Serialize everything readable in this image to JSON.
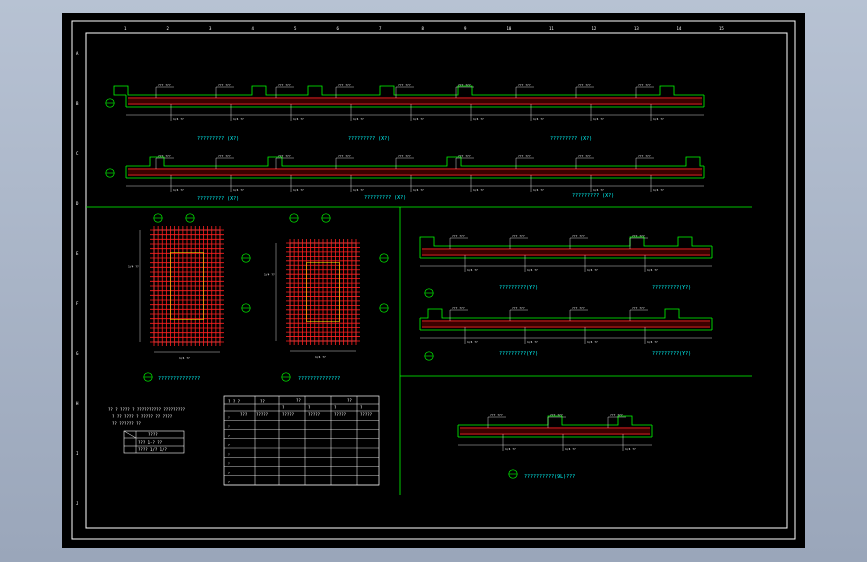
{
  "colors": {
    "frame": "#ffffff",
    "green": "#00ff00",
    "cyan": "#00ffff",
    "red": "#ff2020",
    "yellow": "#ffff00",
    "magenta": "#ff00ff",
    "background": "#000000"
  },
  "grid_top": [
    "1",
    "2",
    "3",
    "4",
    "5",
    "6",
    "7",
    "8",
    "9",
    "10",
    "11",
    "12",
    "13",
    "14",
    "15"
  ],
  "grid_left": [
    "A",
    "B",
    "C",
    "D",
    "E",
    "F",
    "G",
    "H",
    "I",
    "J"
  ],
  "beam_titles": {
    "b1_left": "?????????  (X?)",
    "b1_mid": "?????????  (X?)",
    "b1_right": "?????????  (X?)",
    "b2_left": "?????????  (X?)",
    "b2_mid": "?????????  (X?)",
    "b2_right": "?????????  (X?)",
    "r1_left": "?????????(Y?)",
    "r1_right": "?????????(Y?)",
    "r2_left": "?????????(Y?)",
    "r2_right": "?????????(Y?)",
    "small": "??????????(9L)???"
  },
  "grid_titles": {
    "left": "??????????????",
    "right": "??????????????"
  },
  "notes": {
    "line1": "?? ? ???? ? ?????????? ?????????",
    "line2": "? ?? ???? ? ????? ?? ????",
    "line3": "?? ?????? ??",
    "box_header": "????",
    "box_r1": "??? 1-? ??",
    "box_r2": "???? 1/? 1/?"
  },
  "table": {
    "headers": [
      "? ? ?",
      "??",
      "??",
      "",
      "??"
    ],
    "subheaders": [
      "?",
      "?",
      "?",
      "?",
      "?",
      "?"
    ],
    "row1": [
      "???",
      "?????",
      "?????",
      "?????",
      "?????",
      "?????"
    ],
    "rows": 8
  },
  "labels": {
    "dim": "1/4 ??",
    "bar": "???? ???",
    "tag": "??? ???"
  }
}
